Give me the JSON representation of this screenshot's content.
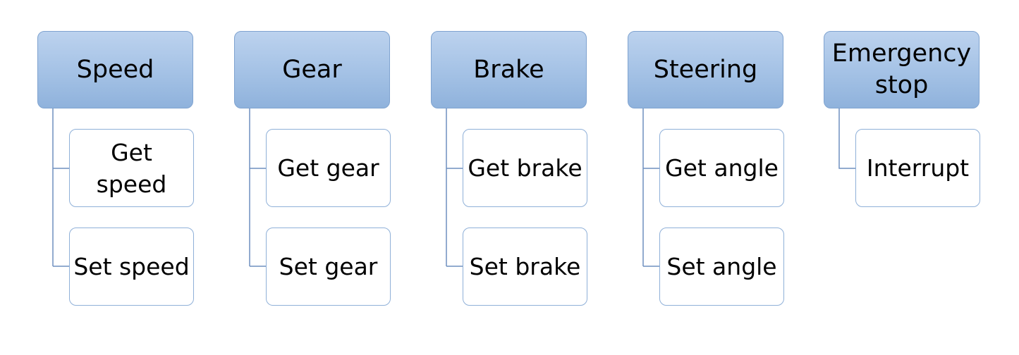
{
  "colors": {
    "header_fill_top": "#bcd2ee",
    "header_fill_bottom": "#8fb2dc",
    "header_border": "#7fa3d0",
    "child_border": "#8fb0d8",
    "connector": "#6f8fbf"
  },
  "groups": [
    {
      "title": "Speed",
      "children": [
        "Get speed",
        "Set speed"
      ]
    },
    {
      "title": "Gear",
      "children": [
        "Get gear",
        "Set gear"
      ]
    },
    {
      "title": "Brake",
      "children": [
        "Get brake",
        "Set brake"
      ]
    },
    {
      "title": "Steering",
      "children": [
        "Get angle",
        "Set angle"
      ]
    },
    {
      "title": "Emergency stop",
      "children": [
        "Interrupt"
      ]
    }
  ]
}
